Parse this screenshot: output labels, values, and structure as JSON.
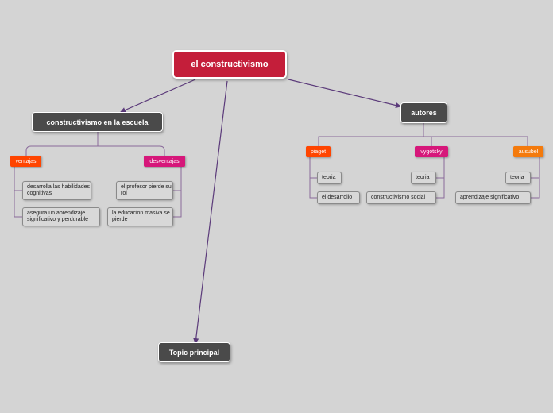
{
  "colors": {
    "root": "#c41e3a",
    "main": "#4a4a4a",
    "ventajas": "#ff4500",
    "desventajas": "#d6177a",
    "piaget": "#ff4500",
    "vygotsky": "#d6177a",
    "ausubel": "#f47a0c",
    "connector_main": "#5b3a7a",
    "connector_tree": "#8a6a9a"
  },
  "map": {
    "root": "el constructivismo",
    "school": {
      "title": "constructivismo en la escuela",
      "ventajas": {
        "label": "ventajas",
        "items": [
          "desarrolla las habilidades cognitivas",
          "asegura un aprendizaje significativo y perdurable"
        ]
      },
      "desventajas": {
        "label": "desventajas",
        "items": [
          "el profesor pierde su rol",
          "la educacion masiva se pierde"
        ]
      }
    },
    "autores": {
      "title": "autores",
      "piaget": {
        "label": "piaget",
        "items": [
          "teoria",
          "el desarrollo"
        ]
      },
      "vygotsky": {
        "label": "vygotsky",
        "items": [
          "teoria",
          "constructivismo social"
        ]
      },
      "ausubel": {
        "label": "ausubel",
        "items": [
          "teoria",
          "aprendizaje significativo"
        ]
      }
    },
    "topic": "Topic principal"
  }
}
